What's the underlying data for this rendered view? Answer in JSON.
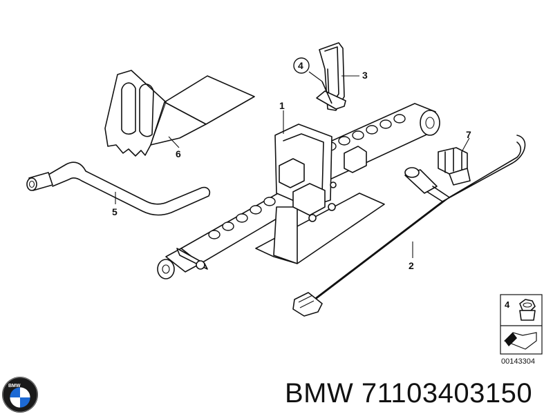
{
  "callouts": {
    "p1": "1",
    "p2": "2",
    "p3": "3",
    "p4": "4",
    "p5": "5",
    "p6": "6",
    "p7": "7"
  },
  "legend": {
    "item_number": "4",
    "reference_code": "00143304"
  },
  "brand": {
    "name": "BMW",
    "logo_letters": "BMW",
    "logo_colors": {
      "blue": "#1c69d4",
      "white": "#ffffff",
      "ring": "#1a1a1a"
    }
  },
  "footer": {
    "part_label": "BMW 71103403150"
  }
}
